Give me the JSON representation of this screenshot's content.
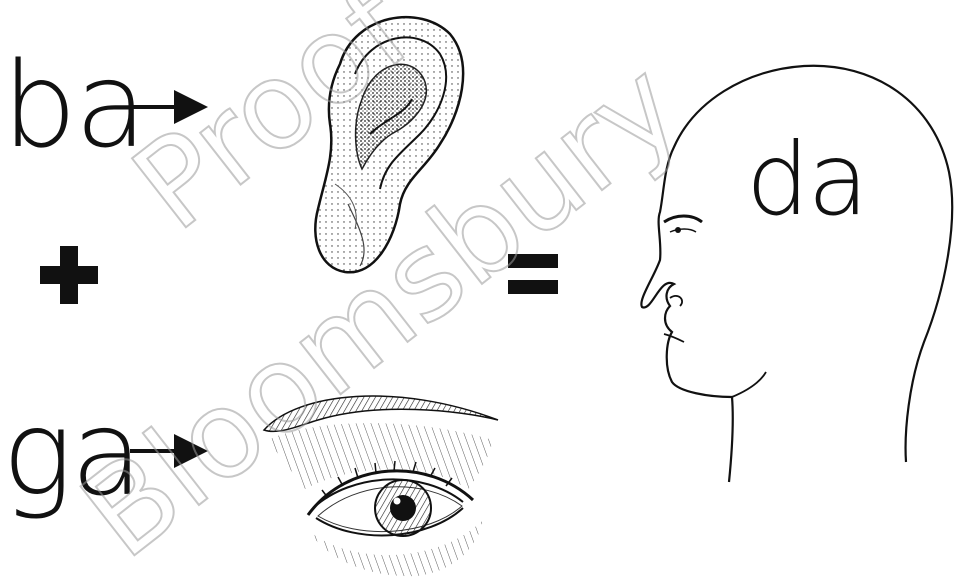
{
  "syllables": {
    "heard": "ba",
    "seen": "ga",
    "perceived": "da"
  },
  "operators": {
    "plus": "+",
    "equals": "="
  },
  "watermark": {
    "line1": "Proof",
    "line2": "Bloomsbury"
  },
  "colors": {
    "ink": "#111111",
    "watermark": "#9a9a9a"
  }
}
